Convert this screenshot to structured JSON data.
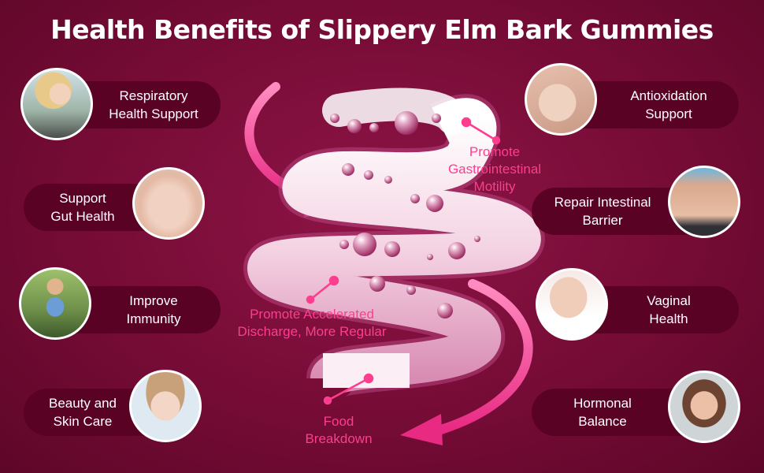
{
  "title": "Health Benefits of Slippery Elm Bark Gummies",
  "left_benefits": [
    {
      "line1": "Respiratory",
      "line2": "Health Support",
      "icon": "woman-breathing-photo"
    },
    {
      "line1": "Support",
      "line2": "Gut Health",
      "icon": "heart-hands-belly-photo"
    },
    {
      "line1": "Improve",
      "line2": "Immunity",
      "icon": "woman-running-photo"
    },
    {
      "line1": "Beauty and",
      "line2": "Skin Care",
      "icon": "smiling-woman-photo"
    }
  ],
  "right_benefits": [
    {
      "line1": "Antioxidation",
      "line2": "Support",
      "icon": "face-massage-photo"
    },
    {
      "line1": "Repair Intestinal",
      "line2": "Barrier",
      "icon": "toned-belly-photo"
    },
    {
      "line1": "Vaginal",
      "line2": "Health",
      "icon": "woman-hips-photo"
    },
    {
      "line1": "Hormonal",
      "line2": "Balance",
      "icon": "woman-portrait-photo"
    }
  ],
  "process_labels": {
    "motility": {
      "line1": "Promote",
      "line2": "Gastrointestinal",
      "line3": "Motility"
    },
    "discharge": {
      "line1": "Promote Accelerated",
      "line2": "Discharge, More Regular"
    },
    "breakdown": {
      "line1": "Food",
      "line2": "Breakdown"
    }
  },
  "colors": {
    "background": "#760c36",
    "pill": "#5a0224",
    "accent": "#ff3d8e",
    "tube": "#f6dbe8"
  }
}
